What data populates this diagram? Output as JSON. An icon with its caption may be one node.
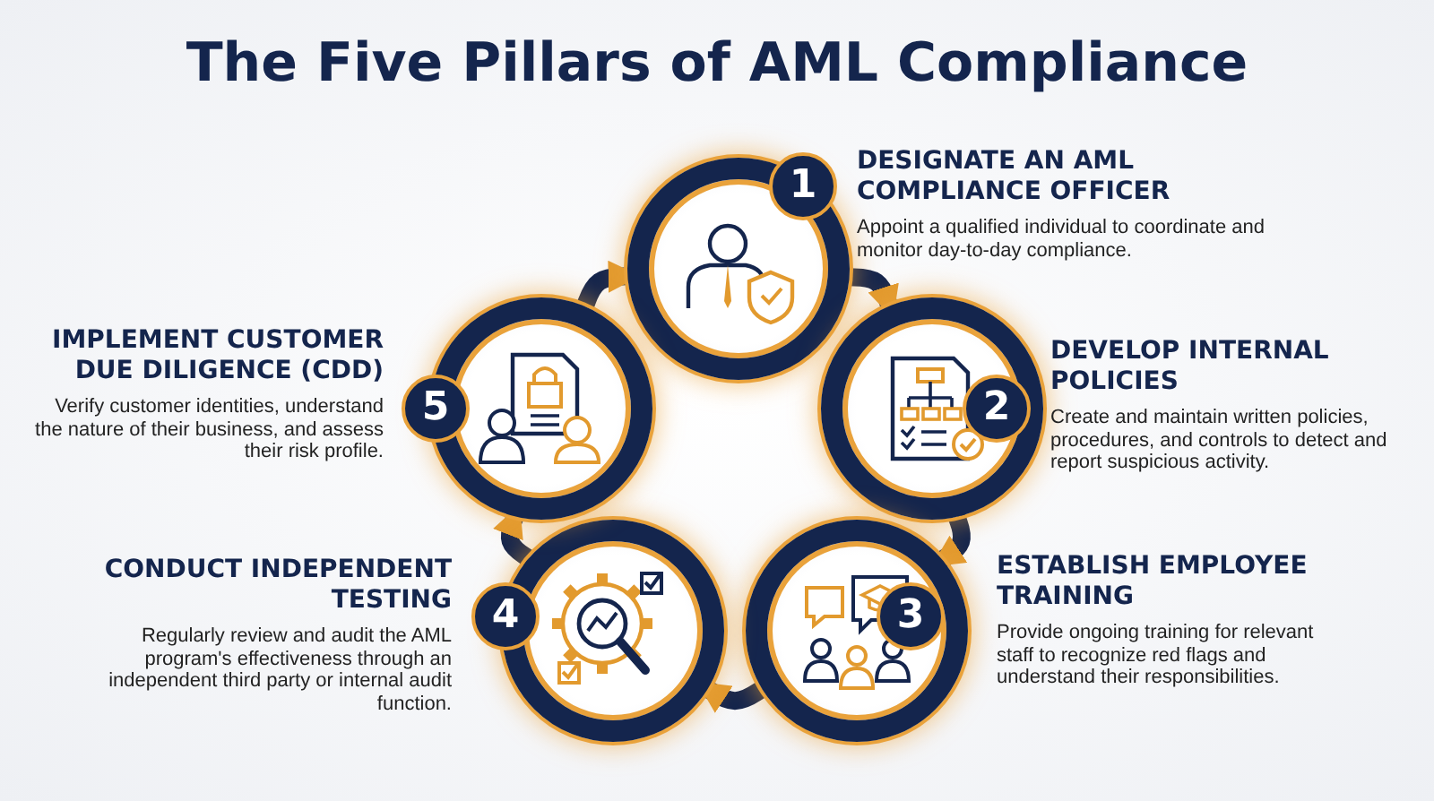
{
  "diagram": {
    "title": "The Five Pillars of AML Compliance",
    "nodes": [
      {
        "text": [
          "1"
        ],
        "beside": [
          "DESIGNATE AN AML COMPLIANCE OFFICER",
          "Appoint a qualified individual to coordinate and monitor day-to-day compliance."
        ]
      },
      {
        "text": [
          "2"
        ],
        "beside": [
          "DEVELOP INTERNAL POLICIES",
          "Create and maintain written policies, procedures, and controls to detect and report suspicious activity."
        ]
      },
      {
        "text": [
          "3"
        ],
        "beside": [
          "ESTABLISH EMPLOYEE TRAINING",
          "Provide ongoing training for relevant staff to recognize red flags and understand their responsibilities."
        ]
      },
      {
        "text": [
          "4"
        ],
        "beside": [
          "CONDUCT INDEPENDENT TESTING",
          "Regularly review and audit the AML program's effectiveness through an independent third party or internal audit function."
        ]
      },
      {
        "text": [
          "5"
        ],
        "beside": [
          "IMPLEMENT CUSTOMER DUE DILIGENCE (CDD)",
          "Verify customer identities, understand the nature of their business, and assess their risk profile."
        ]
      }
    ],
    "edges": [
      {
        "from": 0,
        "to": 1,
        "arrow": "to"
      },
      {
        "from": 1,
        "to": 2,
        "arrow": "to"
      },
      {
        "from": 2,
        "to": 3,
        "arrow": "to"
      },
      {
        "from": 3,
        "to": 4,
        "arrow": "to"
      },
      {
        "from": 4,
        "to": 0,
        "arrow": "to"
      }
    ]
  }
}
